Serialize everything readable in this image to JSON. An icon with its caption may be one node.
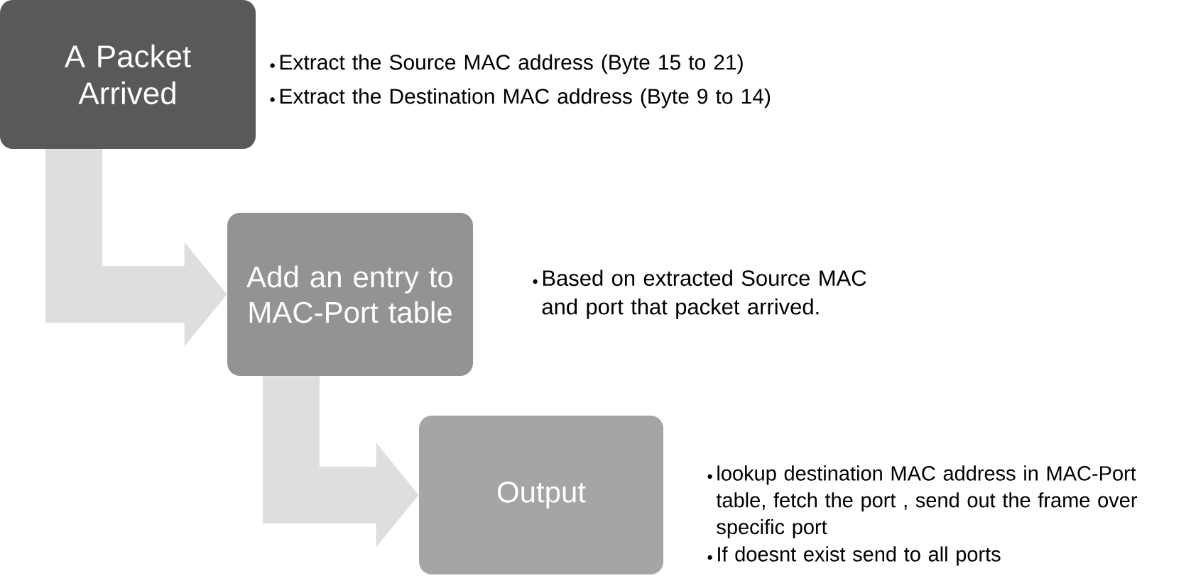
{
  "diagram": {
    "nodes": [
      {
        "text": [
          "A Packet Arrived"
        ],
        "beside": [
          "Extract the Source MAC address (Byte 15 to 21)",
          "Extract the Destination MAC address (Byte 9 to 14)"
        ]
      },
      {
        "text": [
          "Add an entry to MAC-Port table"
        ],
        "beside": [
          "Based on extracted Source MAC and port that packet arrived."
        ]
      },
      {
        "text": [
          "Output"
        ],
        "beside": [
          "lookup destination MAC address in MAC-Port table, fetch the port , send out the frame over specific port",
          "If doesnt exist send to all ports"
        ]
      }
    ],
    "edges": [
      {
        "from": 0,
        "to": 1,
        "arrow": "to"
      },
      {
        "from": 1,
        "to": 2,
        "arrow": "to"
      }
    ]
  }
}
